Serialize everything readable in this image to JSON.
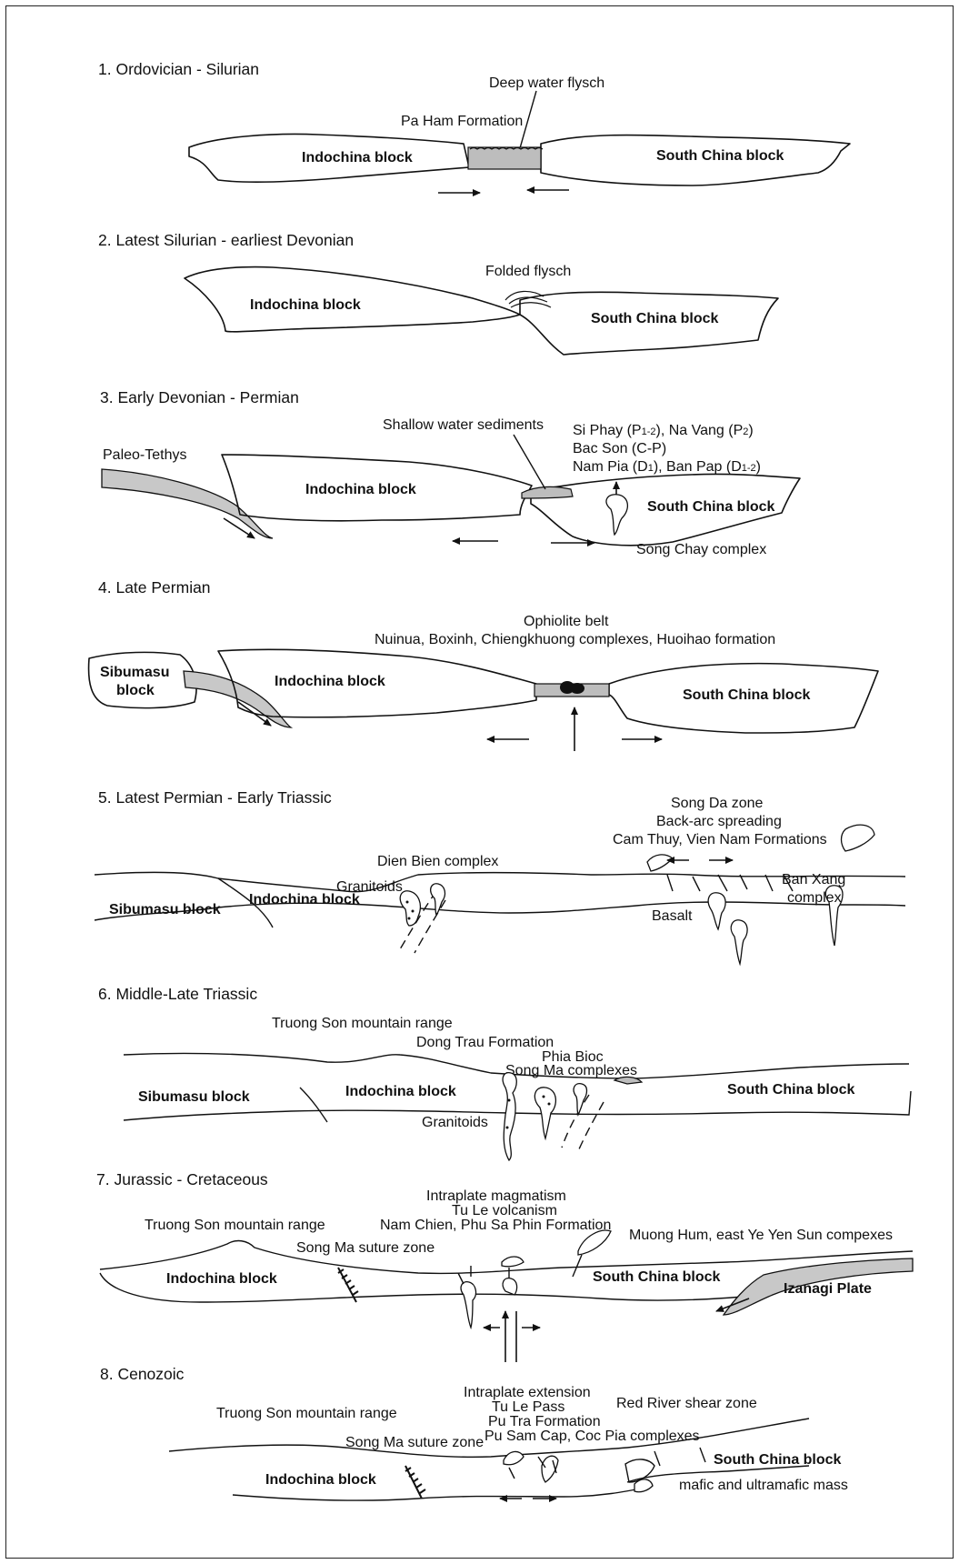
{
  "panels": [
    {
      "title": "1. Ordovician - Silurian",
      "labels": {
        "deep_water": "Deep water flysch",
        "pa_ham": "Pa Ham Formation",
        "indochina": "Indochina block",
        "south_china": "South China block"
      }
    },
    {
      "title": "2. Latest Silurian - earliest Devonian",
      "labels": {
        "folded": "Folded flysch",
        "indochina": "Indochina block",
        "south_china": "South China block"
      }
    },
    {
      "title": "3. Early Devonian - Permian",
      "labels": {
        "shallow": "Shallow water sediments",
        "formations_1a": "Si Phay (P",
        "formations_1b": "1-2",
        "formations_1c": "), Na Vang (P",
        "formations_1d": "2",
        "formations_1e": ")",
        "formations_2": "Bac Son (C-P)",
        "formations_3a": "Nam Pia (D",
        "formations_3b": "1",
        "formations_3c": "), Ban Pap (D",
        "formations_3d": "1-2",
        "formations_3e": ")",
        "paleo_tethys": "Paleo-Tethys",
        "indochina": "Indochina block",
        "south_china": "South China block",
        "song_chay": "Song Chay complex"
      }
    },
    {
      "title": "4. Late Permian",
      "labels": {
        "ophiolite": "Ophiolite belt",
        "complexes": "Nuinua, Boxinh, Chiengkhuong complexes, Huoihao formation",
        "sibumasu_1": "Sibumasu",
        "sibumasu_2": "block",
        "indochina": "Indochina block",
        "south_china": "South China block"
      }
    },
    {
      "title": "5. Latest Permian - Early Triassic",
      "labels": {
        "song_da": "Song Da zone",
        "back_arc": "Back-arc spreading",
        "cam_thuy": "Cam Thuy, Vien Nam Formations",
        "dien_bien": "Dien Bien complex",
        "granitoids": "Granitoids",
        "sibumasu": "Sibumasu block",
        "indochina": "Indochina block",
        "ban_xang_1": "Ban Xang",
        "ban_xang_2": "complex",
        "basalt": "Basalt"
      }
    },
    {
      "title": "6. Middle-Late Triassic",
      "labels": {
        "truong_son": "Truong Son mountain range",
        "dong_trau": "Dong Trau Formation",
        "phia_bioc": "Phia Bioc",
        "song_ma": "Song Ma complexes",
        "sibumasu": "Sibumasu block",
        "indochina": "Indochina block",
        "south_china": "South China block",
        "granitoids": "Granitoids"
      }
    },
    {
      "title": "7. Jurassic - Cretaceous",
      "labels": {
        "intraplate": "Intraplate magmatism",
        "tu_le": "Tu Le volcanism",
        "nam_chien": "Nam Chien, Phu Sa Phin Formation",
        "truong_son": "Truong Son mountain range",
        "muong_hum": "Muong Hum, east Ye Yen Sun compexes",
        "song_ma_suture": "Song Ma suture zone",
        "indochina": "Indochina block",
        "south_china": "South China block",
        "izanagi": "Izanagi Plate"
      }
    },
    {
      "title": "8. Cenozoic",
      "labels": {
        "extension": "Intraplate extension",
        "tu_le_pass": "Tu Le Pass",
        "pu_tra": "Pu Tra Formation",
        "pu_sam_cap": "Pu Sam Cap, Coc Pia complexes",
        "red_river": "Red River shear zone",
        "truong_son": "Truong Son mountain range",
        "song_ma_suture": "Song Ma suture zone",
        "indochina": "Indochina block",
        "south_china": "South China block",
        "mafic": "mafic and ultramafic mass"
      }
    }
  ]
}
